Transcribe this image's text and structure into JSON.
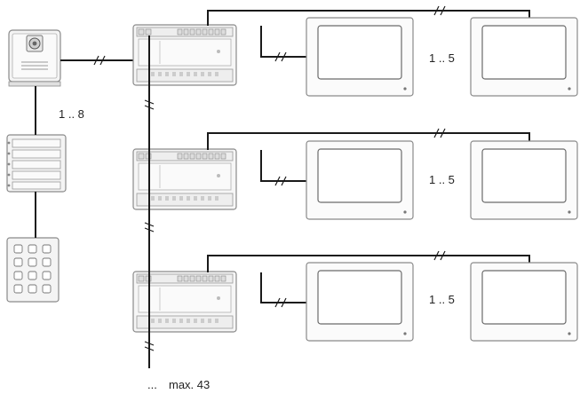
{
  "labels": {
    "door_station_count": "1 .. 8",
    "monitor_count_row1": "1 .. 5",
    "monitor_count_row2": "1 .. 5",
    "monitor_count_row3": "1 .. 5",
    "max_controllers": "max. 43",
    "continuation": "..."
  },
  "colors": {
    "line": "#1a1a1a",
    "device_fill": "#f4f4f4",
    "device_stroke": "#8a8a8a",
    "screen_fill": "#ffffff"
  },
  "icons": {
    "door_station": "camera-door-station-icon",
    "button_module": "button-module-icon",
    "keypad_module": "keypad-module-icon",
    "controller": "distributor-controller-icon",
    "monitor": "indoor-monitor-icon"
  }
}
